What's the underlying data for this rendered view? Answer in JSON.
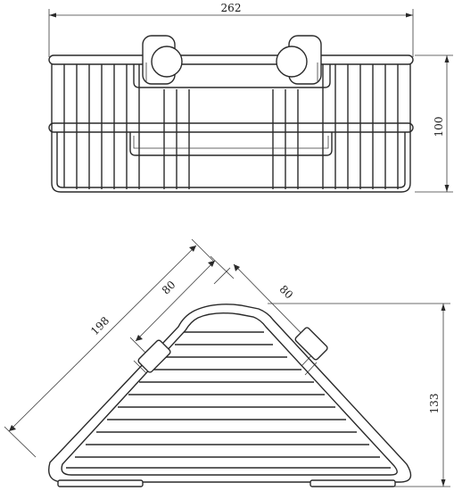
{
  "drawing": {
    "front_view": {
      "width_dimension": "262",
      "height_dimension": "100"
    },
    "top_view": {
      "diagonal_dimension": "198",
      "left_leg_dimension": "80",
      "right_leg_dimension": "80",
      "depth_dimension": "133"
    }
  }
}
